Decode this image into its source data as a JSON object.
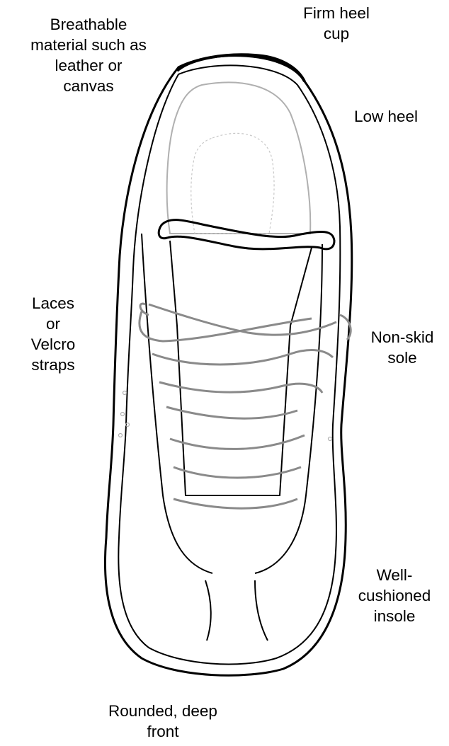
{
  "labels": {
    "breathable": [
      "Breathable",
      "material such as",
      "leather or",
      "canvas"
    ],
    "heel_cup": [
      "Firm heel",
      "cup"
    ],
    "low_heel": [
      "Low heel"
    ],
    "laces": [
      "Laces",
      "or",
      "Velcro",
      "straps"
    ],
    "non_skid": [
      "Non-skid",
      "sole"
    ],
    "insole": [
      "Well-",
      "cushioned",
      "insole"
    ],
    "front": [
      "Rounded, deep",
      "front"
    ]
  }
}
